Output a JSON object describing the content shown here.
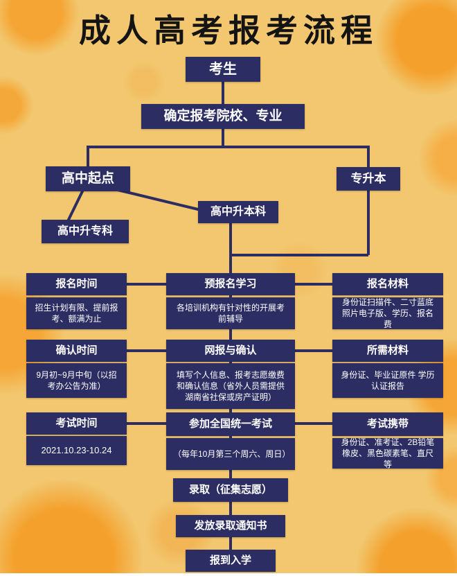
{
  "title": "成人高考报考流程",
  "flow": {
    "candidate": "考生",
    "determine": "确定报考院校、专业",
    "high_school_start": "高中起点",
    "zhuan_sheng_ben": "专升本",
    "hs_to_bachelor": "高中升本科",
    "hs_to_associate": "高中升专科",
    "admission": "录取（征集志愿）",
    "notice": "发放录取通知书",
    "enrollment": "报到入学"
  },
  "columns": {
    "left": [
      {
        "title": "报名时间",
        "desc": "招生计划有限、提前报考、额满为止"
      },
      {
        "title": "确认时间",
        "desc": "9月初~9月中旬（以招考办公告为准）"
      },
      {
        "title": "考试时间",
        "desc": "2021.10.23-10.24"
      }
    ],
    "middle": [
      {
        "title": "预报名学习",
        "desc": "各培训机构有针对性的开展考前辅导"
      },
      {
        "title": "网报与确认",
        "desc": "填写个人信息、报考志愿缴费和确认信息（省外人员需提供湖南省社保或房产证明）"
      },
      {
        "title": "参加全国统一考试",
        "desc": "（每年10月第三个周六、周日）"
      }
    ],
    "right": [
      {
        "title": "报名材料",
        "desc": "身份证扫描件、二寸蓝底照片电子版、学历、报名费"
      },
      {
        "title": "所需材料",
        "desc": "身份证、毕业证原件 学历认证报告"
      },
      {
        "title": "考试携带",
        "desc": "身份证、准考证、2B铅笔橡皮、黑色碳素笔、直尺等"
      }
    ]
  },
  "colors": {
    "background": "#f2c76f",
    "circle": "#f5a332",
    "box": "#2c2d63",
    "box_text": "#ffffff",
    "title_text": "#141414",
    "connector": "#2c2d63"
  }
}
